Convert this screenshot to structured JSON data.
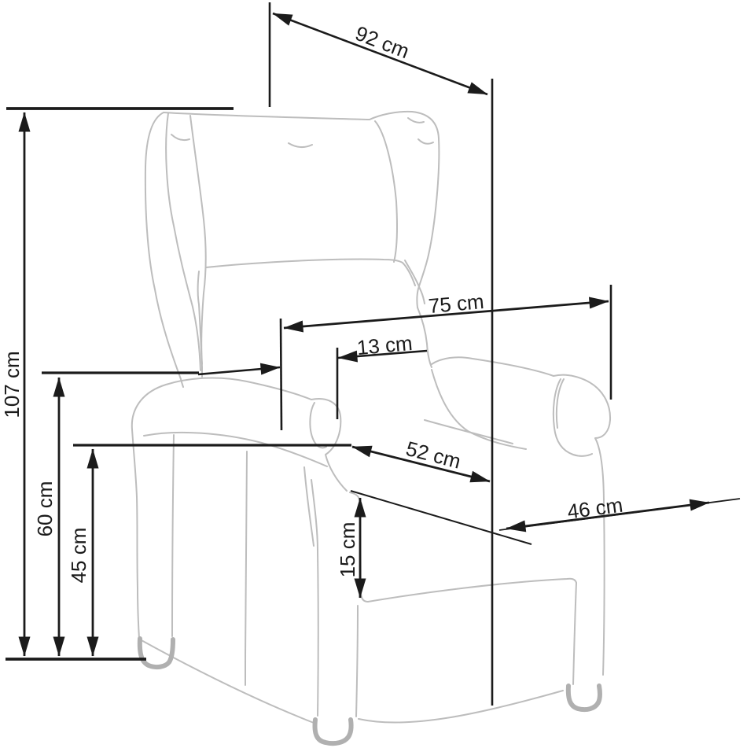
{
  "diagram": {
    "subject": "Reclining wingback armchair technical line drawing with dimensions",
    "unit": "cm",
    "colors": {
      "dimension_line": "#1b1b1b",
      "chair_outline": "#bdbdbd",
      "chair_feet": "#b0b0b0",
      "background": "#ffffff"
    },
    "dimensions": {
      "d92": {
        "label": "92 cm",
        "value": 92,
        "orientation": "diagonal-top"
      },
      "d107": {
        "label": "107 cm",
        "value": 107,
        "orientation": "vertical-left-outer"
      },
      "d75": {
        "label": "75 cm",
        "value": 75,
        "orientation": "horizontal-mid"
      },
      "d13": {
        "label": "13 cm",
        "value": 13,
        "orientation": "horizontal-small"
      },
      "d52": {
        "label": "52 cm",
        "value": 52,
        "orientation": "diagonal-seat"
      },
      "d46": {
        "label": "46 cm",
        "value": 46,
        "orientation": "diagonal-seat-width"
      },
      "d60": {
        "label": "60 cm",
        "value": 60,
        "orientation": "vertical-left"
      },
      "d45": {
        "label": "45 cm",
        "value": 45,
        "orientation": "vertical-left-inner"
      },
      "d15": {
        "label": "15 cm",
        "value": 15,
        "orientation": "vertical-footrest"
      }
    }
  }
}
